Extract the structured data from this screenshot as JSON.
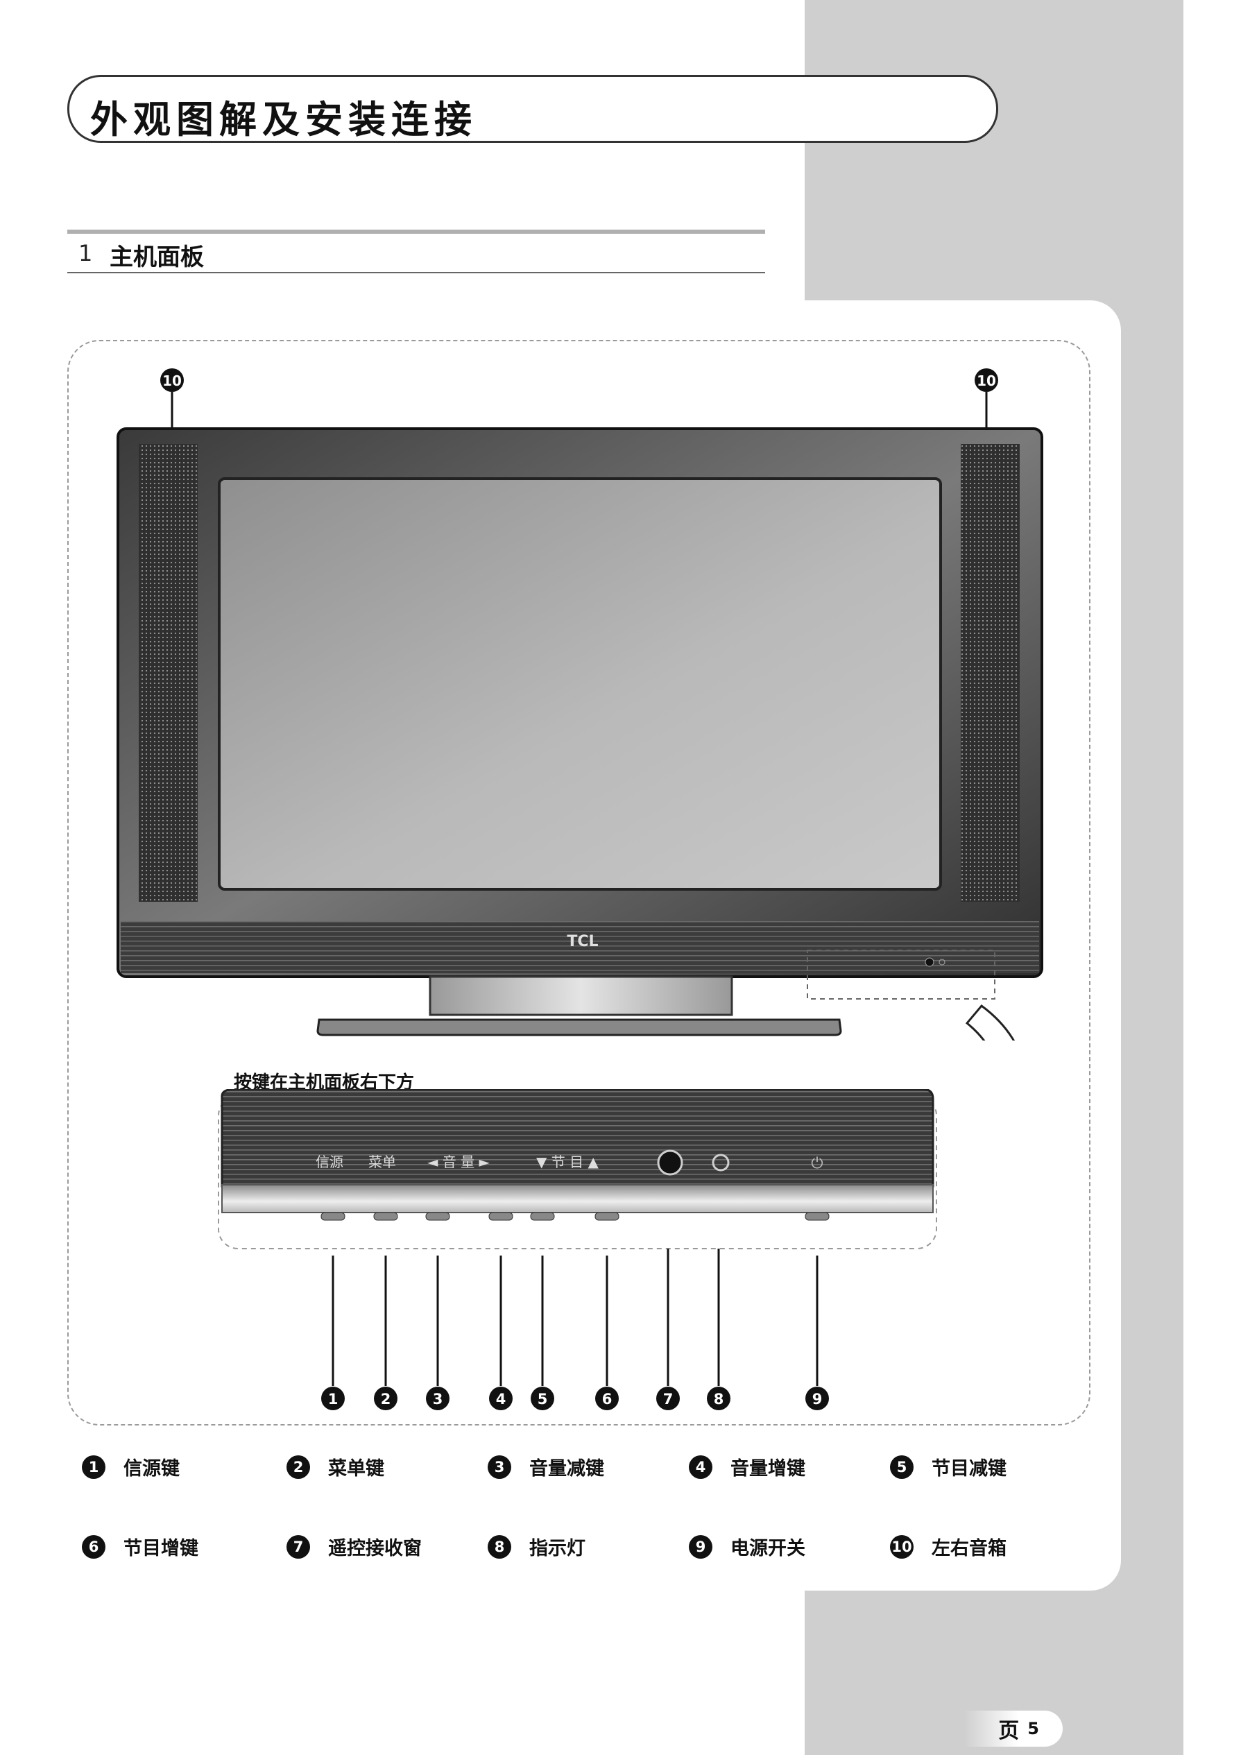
{
  "header": {
    "title": "外观图解及安装连接"
  },
  "section": {
    "number": "1",
    "title": "主机面板"
  },
  "figure": {
    "tv_logo": "TCL",
    "caption": "按键在主机面板右下方",
    "panel_labels": [
      "信源",
      "菜单",
      "◄ 音 量 ►",
      "▼ 节 目 ▲"
    ],
    "speaker_marker": "⑩",
    "callout_numbers": [
      "1",
      "2",
      "3",
      "4",
      "5",
      "6",
      "7",
      "8",
      "9"
    ]
  },
  "legend": [
    {
      "num": "1",
      "label": "信源键"
    },
    {
      "num": "2",
      "label": "菜单键"
    },
    {
      "num": "3",
      "label": "音量减键"
    },
    {
      "num": "4",
      "label": "音量增键"
    },
    {
      "num": "5",
      "label": "节目减键"
    },
    {
      "num": "6",
      "label": "节目增键"
    },
    {
      "num": "7",
      "label": "遥控接收窗"
    },
    {
      "num": "8",
      "label": "指示灯"
    },
    {
      "num": "9",
      "label": "电源开关"
    },
    {
      "num": "10",
      "label": "左右音箱"
    }
  ],
  "footer": {
    "page_label": "页",
    "page_number": "5"
  }
}
